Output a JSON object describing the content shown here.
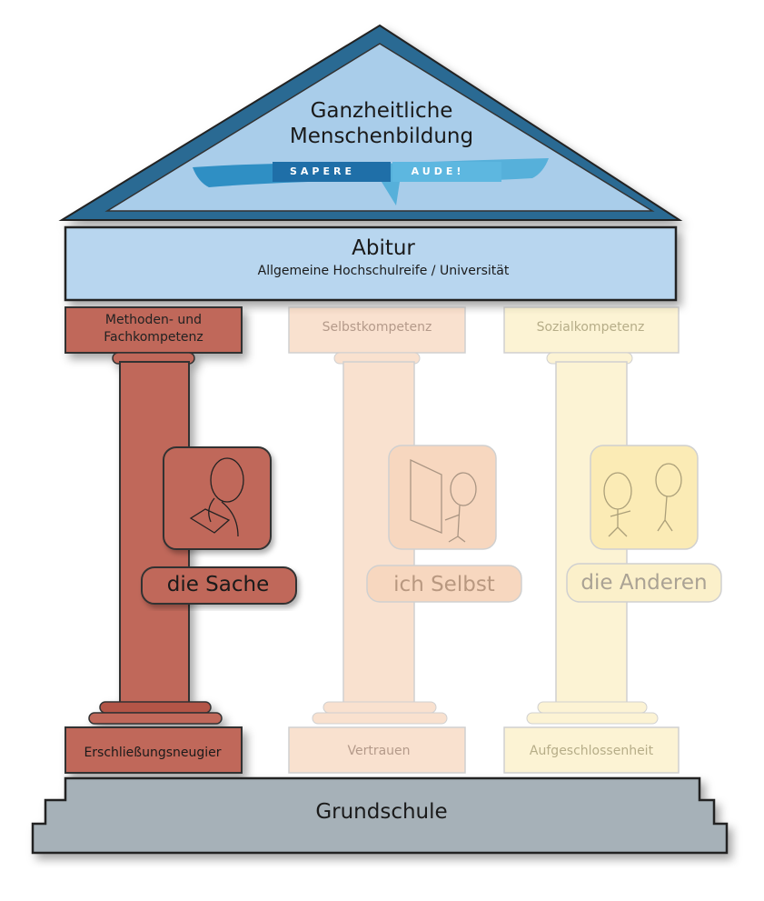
{
  "roof": {
    "title_line1": "Ganzheitliche",
    "title_line2": "Menschenbildung",
    "motto_left": "SAPERE",
    "motto_right": "AUDE!"
  },
  "architrave": {
    "title": "Abitur",
    "subtitle": "Allgemeine Hochschulreife / Universität"
  },
  "pillars": [
    {
      "capital_line1": "Methoden- und",
      "capital_line2": "Fachkompetenz",
      "label": "die Sache",
      "base": "Erschließungsneugier",
      "icon": "person-reading-icon",
      "color": "#c0675a"
    },
    {
      "capital_line1": "Selbstkompetenz",
      "capital_line2": "",
      "label": "ich Selbst",
      "base": "Vertrauen",
      "icon": "person-mirror-icon",
      "color": "#f5c9a8"
    },
    {
      "capital_line1": "Sozialkompetenz",
      "capital_line2": "",
      "label": "die Anderen",
      "base": "Aufgeschlossenheit",
      "icon": "two-people-icon",
      "color": "#fbeab2"
    }
  ],
  "foundation": {
    "label": "Grundschule"
  },
  "colors": {
    "roof_fill": "#a9cdea",
    "roof_stroke": "#2b6a93",
    "banner": "#2f8fc4",
    "architrave": "#b8d6ef",
    "foundation": "#a6b1b8"
  }
}
